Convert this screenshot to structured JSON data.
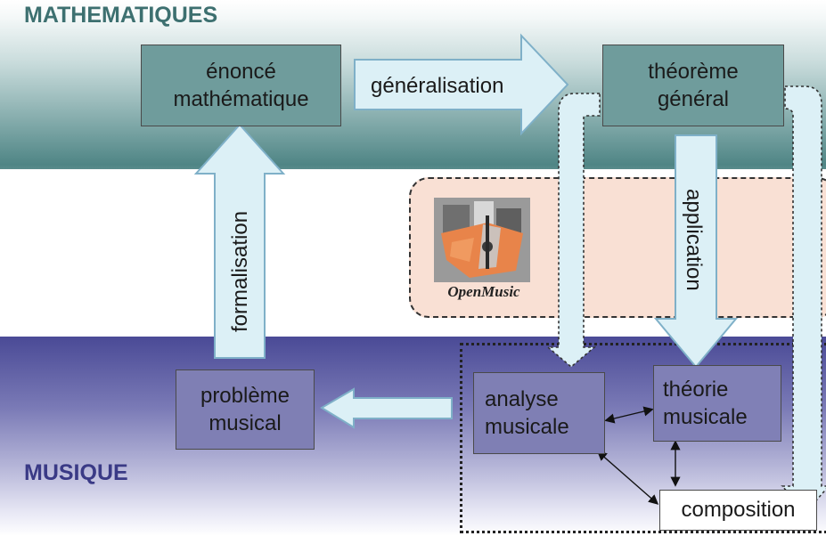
{
  "bands": {
    "math": "MATHEMATIQUES",
    "music": "MUSIQUE"
  },
  "boxes": {
    "enonce": "énoncé\nmathématique",
    "theoreme": "théorème\ngénéral",
    "probleme": "problème\nmusical",
    "analyse": "analyse\nmusicale",
    "theorie": "théorie\nmusicale",
    "composition": "composition"
  },
  "arrows": {
    "generalisation": "généralisation",
    "formalisation": "formalisation",
    "application": "application"
  },
  "openmusic": {
    "caption": "OpenMusic"
  },
  "colors": {
    "arrow_fill": "#dcf0f6",
    "math_band": "#4f8585",
    "music_band": "#4a4a96",
    "openmusic_frame": "#f9e0d4"
  }
}
